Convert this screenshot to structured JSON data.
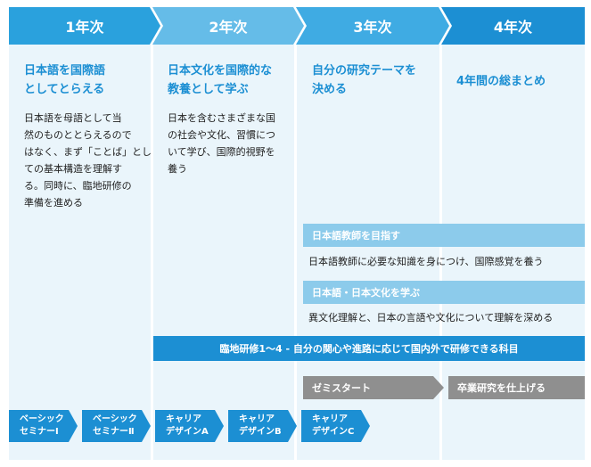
{
  "years": [
    {
      "label": "1年次",
      "color": "#2aa1dd"
    },
    {
      "label": "2年次",
      "color": "#65bce8"
    },
    {
      "label": "3年次",
      "color": "#3fabe3"
    },
    {
      "label": "4年次",
      "color": "#1c8fd3"
    }
  ],
  "columns": [
    {
      "title_lines": [
        "日本語を国際語",
        "としてとらえる"
      ],
      "desc_lines": [
        "日本語を母語として当",
        "然のものととらえるので",
        "はなく、まず「ことば」とし",
        "ての基本構造を理解す",
        "る。同時に、臨地研修の",
        "準備を進める"
      ]
    },
    {
      "title_lines": [
        "日本文化を国際的な",
        "教養として学ぶ"
      ],
      "desc_lines": [
        "日本を含むさまざまな国",
        "の社会や文化、習慣につ",
        "いて学び、国際的視野を",
        "養う"
      ]
    },
    {
      "title_lines": [
        "自分の研究テーマを",
        "決める"
      ],
      "desc_lines": []
    },
    {
      "title_lines": [
        "4年間の総まとめ"
      ],
      "desc_lines": []
    }
  ],
  "tracks": [
    {
      "label": "日本語教師を目指す",
      "desc": "日本語教師に必要な知識を身につけ、国際感覚を養う"
    },
    {
      "label": "日本語・日本文化を学ぶ",
      "desc": "異文化理解と、日本の言語や文化について理解を深める"
    }
  ],
  "fieldwork": {
    "label": "臨地研修1～4 - 自分の関心や進路に応じて国内外で研修できる科目"
  },
  "seminars": [
    {
      "label": "ゼミスタート"
    },
    {
      "label": "卒業研究を仕上げる"
    }
  ],
  "courses": [
    {
      "lines": [
        "ベーシック",
        "セミナーⅠ"
      ]
    },
    {
      "lines": [
        "ベーシック",
        "セミナーⅡ"
      ]
    },
    {
      "lines": [
        "キャリア",
        "デザインA"
      ]
    },
    {
      "lines": [
        "キャリア",
        "デザインB"
      ]
    },
    {
      "lines": [
        "キャリア",
        "デザインC"
      ]
    }
  ]
}
